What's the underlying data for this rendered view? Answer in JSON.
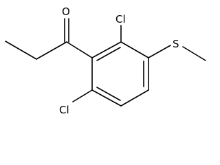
{
  "molecule": {
    "atoms": {
      "oxygen": "O",
      "chlorine_top": "Cl",
      "sulfur": "S",
      "chlorine_bottom": "Cl"
    },
    "colors": {
      "bond": "#000000",
      "label": "#000000",
      "background": "#ffffff"
    }
  }
}
